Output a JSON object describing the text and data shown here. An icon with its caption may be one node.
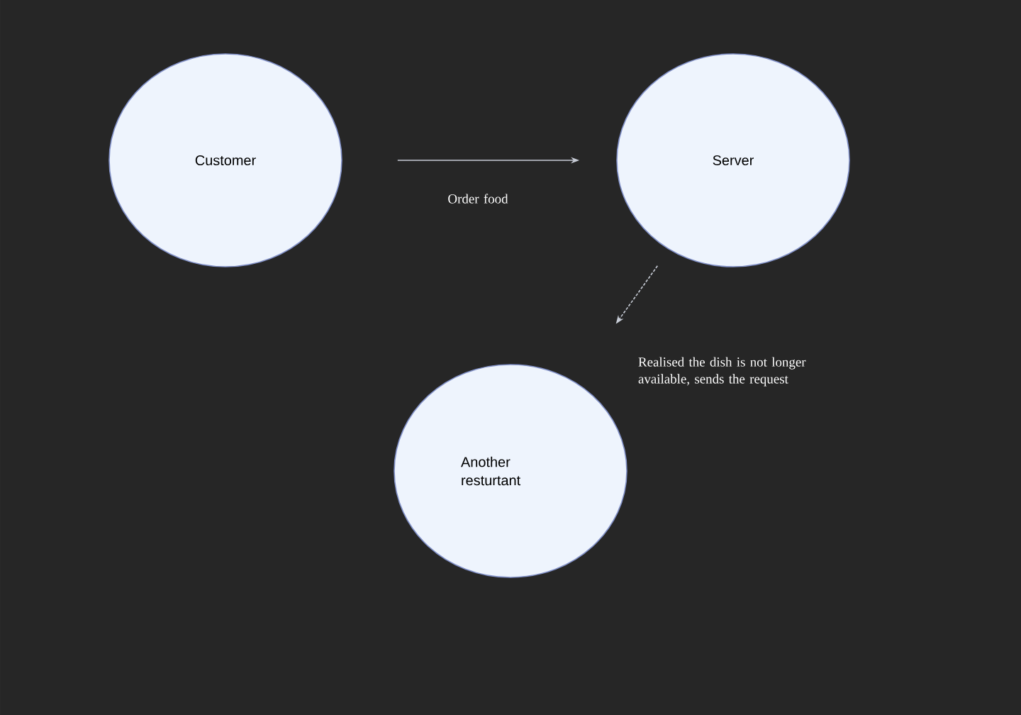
{
  "diagram": {
    "nodes": [
      {
        "text": [
          "Customer"
        ]
      },
      {
        "text": [
          "Server"
        ]
      },
      {
        "text": [
          "Another resturtant"
        ]
      }
    ],
    "edges": [
      {
        "from": 0,
        "to": 1,
        "arrow": "to",
        "label": "Order food"
      },
      {
        "from": 1,
        "to": 2,
        "arrow": "to",
        "style": "dashed",
        "label": "Realised the dish is not longer available, sends the request"
      }
    ]
  }
}
